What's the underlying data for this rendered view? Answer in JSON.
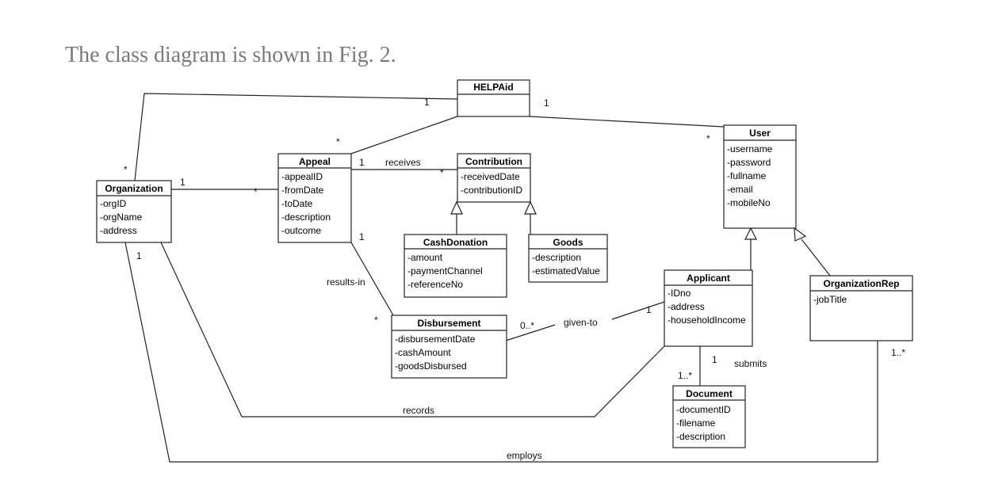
{
  "caption": "The class diagram is shown in Fig. 2.",
  "classes": {
    "helpaid": {
      "name": "HELPAid",
      "attributes": []
    },
    "user": {
      "name": "User",
      "attributes": [
        "-username",
        "-password",
        "-fullname",
        "-email",
        "-mobileNo"
      ]
    },
    "organization": {
      "name": "Organization",
      "attributes": [
        "-orgID",
        "-orgName",
        "-address"
      ]
    },
    "appeal": {
      "name": "Appeal",
      "attributes": [
        "-appealID",
        "-fromDate",
        "-toDate",
        "-description",
        "-outcome"
      ]
    },
    "contribution": {
      "name": "Contribution",
      "attributes": [
        "-receivedDate",
        "-contributionID"
      ]
    },
    "cashdonation": {
      "name": "CashDonation",
      "attributes": [
        "-amount",
        "-paymentChannel",
        "-referenceNo"
      ]
    },
    "goods": {
      "name": "Goods",
      "attributes": [
        "-description",
        "-estimatedValue"
      ]
    },
    "applicant": {
      "name": "Applicant",
      "attributes": [
        "-IDno",
        "-address",
        "-householdIncome"
      ]
    },
    "organizationrep": {
      "name": "OrganizationRep",
      "attributes": [
        "-jobTitle"
      ]
    },
    "disbursement": {
      "name": "Disbursement",
      "attributes": [
        "-disbursementDate",
        "-cashAmount",
        "-goodsDisbursed"
      ]
    },
    "document": {
      "name": "Document",
      "attributes": [
        "-documentID",
        "-filename",
        "-description"
      ]
    }
  },
  "associations": {
    "receives": "receives",
    "results_in": "results-in",
    "given_to": "given-to",
    "submits": "submits",
    "records": "records",
    "employs": "employs"
  },
  "multiplicities": {
    "helpaid_org": "1",
    "helpaid_user": "1",
    "appeal_helpaid": "*",
    "user_helpaid": "*",
    "org_helpaid": "*",
    "org_appeal_org": "1",
    "org_appeal_appeal": "*",
    "appeal_receives": "1",
    "contribution_receives": "*",
    "appeal_results": "1",
    "disbursement_results": "*",
    "org_employs": "1",
    "disbursement_given": "0..*",
    "applicant_given": "1",
    "applicant_submits": "1",
    "document_submits": "1..*",
    "orgrep_employs": "1..*"
  }
}
